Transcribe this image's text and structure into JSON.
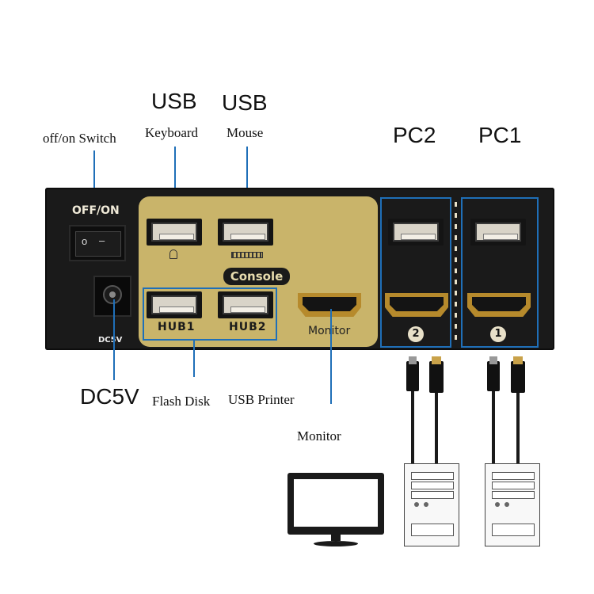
{
  "labels": {
    "usb_keyboard_top": "USB",
    "usb_keyboard_sub": "Keyboard",
    "usb_mouse_top": "USB",
    "usb_mouse_sub": "Mouse",
    "switch": "off/on Switch",
    "pc2": "PC2",
    "pc1": "PC1",
    "dc5v": "DC5V",
    "flash_disk": "Flash Disk",
    "usb_printer": "USB Printer",
    "monitor": "Monitor"
  },
  "device": {
    "off_on": "OFF/ON",
    "console": "Console",
    "hub1": "HUB1",
    "hub2": "HUB2",
    "monitor_port": "Monitor",
    "pc2_badge": "2",
    "pc1_badge": "1",
    "dc_label": "DC5V",
    "switch_off_mark": "o",
    "switch_on_mark": "–"
  },
  "colors": {
    "callout_line": "#1f6fb8",
    "device_body": "#1a1a1a",
    "gold_panel": "#c9b46a"
  }
}
